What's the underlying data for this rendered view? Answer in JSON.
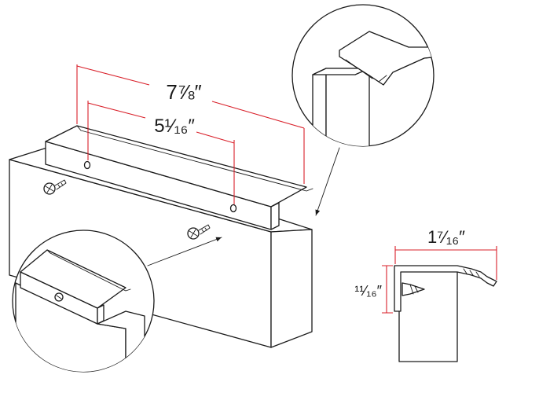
{
  "colors": {
    "dimension_line": "#d9202a",
    "outline": "#1a1a1a"
  },
  "dimensions": {
    "overall_length": "7⅞″",
    "hole_spacing": "5¹⁄₁₆″",
    "profile_width": "1⁷⁄₁₆″",
    "profile_height": "¹¹⁄₁₆″"
  },
  "icons": {
    "screw": "screw-icon",
    "callout_arrow": "arrow-icon"
  }
}
